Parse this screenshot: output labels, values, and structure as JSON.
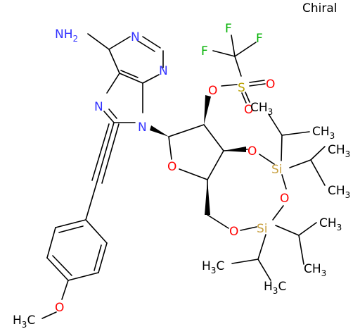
{
  "stereo_label": "Chiral",
  "colors": {
    "bond": "#000000",
    "carbon_text": "#000000",
    "nitrogen": "#3333ff",
    "oxygen": "#ff0000",
    "sulfur": "#b8a000",
    "silicon": "#c8a040",
    "fluorine": "#00b000"
  },
  "atoms": {
    "nh2": "NH2",
    "n_top": "N",
    "n_right": "N",
    "n_left": "N",
    "n9": "N",
    "o_triflate": "O",
    "s": "S",
    "o_s_right": "O",
    "o_s_bottom": "O",
    "f_left": "F",
    "f_top": "F",
    "f_right": "F",
    "o_ring": "O",
    "o3": "O",
    "o5": "O",
    "si_top": "Si",
    "o_si": "O",
    "si_bottom": "Si",
    "ch3_a": "CH3",
    "ch3_b": "CH3",
    "ch3_c": "CH3",
    "ch3_d": "CH3",
    "ch3_e": "CH3",
    "ch3_f": "CH3",
    "h3c_a": "H3C",
    "h3c_b": "H3C",
    "o_methoxy": "O",
    "h3c_methoxy": "H3C"
  }
}
